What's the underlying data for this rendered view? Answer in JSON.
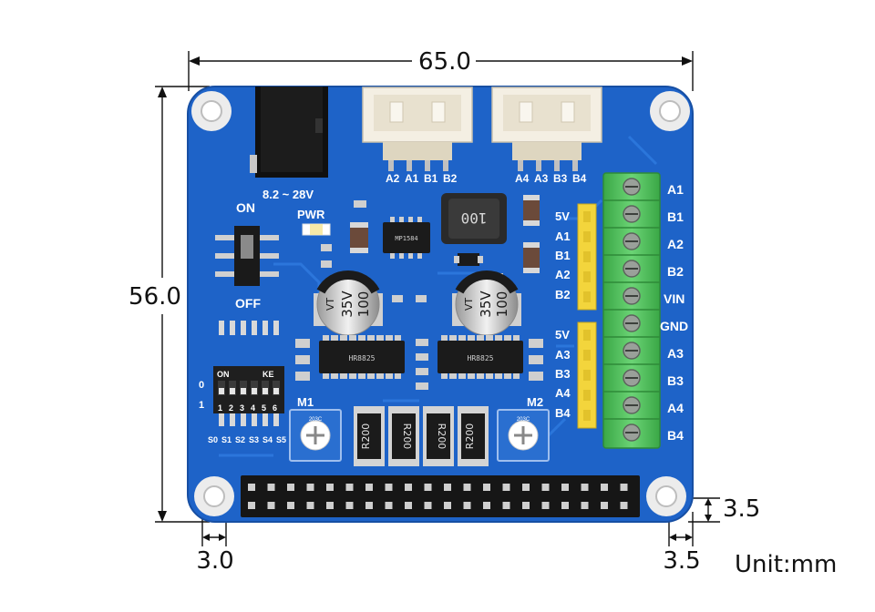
{
  "dimensions": {
    "width": "65.0",
    "height": "56.0",
    "hole_offset_left": "3.0",
    "hole_offset_right": "3.5",
    "hole_offset_bottom": "3.5",
    "unit": "Unit:mm"
  },
  "board": {
    "voltage": "8.2 ~ 28V",
    "power_label": "PWR",
    "switch_on": "ON",
    "switch_off": "OFF",
    "connector_left_pins": [
      "A2",
      "A1",
      "B1",
      "B2"
    ],
    "connector_right_pins": [
      "A4",
      "A3",
      "B3",
      "B4"
    ],
    "header_m1_pins": [
      "5V",
      "A1",
      "B1",
      "A2",
      "B2"
    ],
    "header_m2_pins": [
      "5V",
      "A3",
      "B3",
      "A4",
      "B4"
    ],
    "terminal_labels": [
      "A1",
      "B1",
      "A2",
      "B2",
      "VIN",
      "GND",
      "A3",
      "B3",
      "A4",
      "B4"
    ],
    "motor1": "M1",
    "motor2": "M2",
    "dip_on": "ON",
    "dip_ke": "KE",
    "dip_numbers": [
      "1",
      "2",
      "3",
      "4",
      "5",
      "6"
    ],
    "dip_side_0": "0",
    "dip_side_1": "1",
    "dip_bottom": [
      "S0",
      "S1",
      "S2",
      "S3",
      "S4",
      "S5"
    ],
    "capacitor_value": "100",
    "capacitor_voltage": "35V",
    "capacitor_mark": "VT",
    "inductor_value": "100",
    "resistor_value": "R200",
    "driver_chip_text": "HR8825",
    "regulator_chip_text": "MP1584",
    "pot_text": "203C"
  },
  "colors": {
    "pcb": "#1e63c8",
    "terminal": "#4fc35a",
    "header": "#f3d53c",
    "pot": "#2a6fd0"
  }
}
